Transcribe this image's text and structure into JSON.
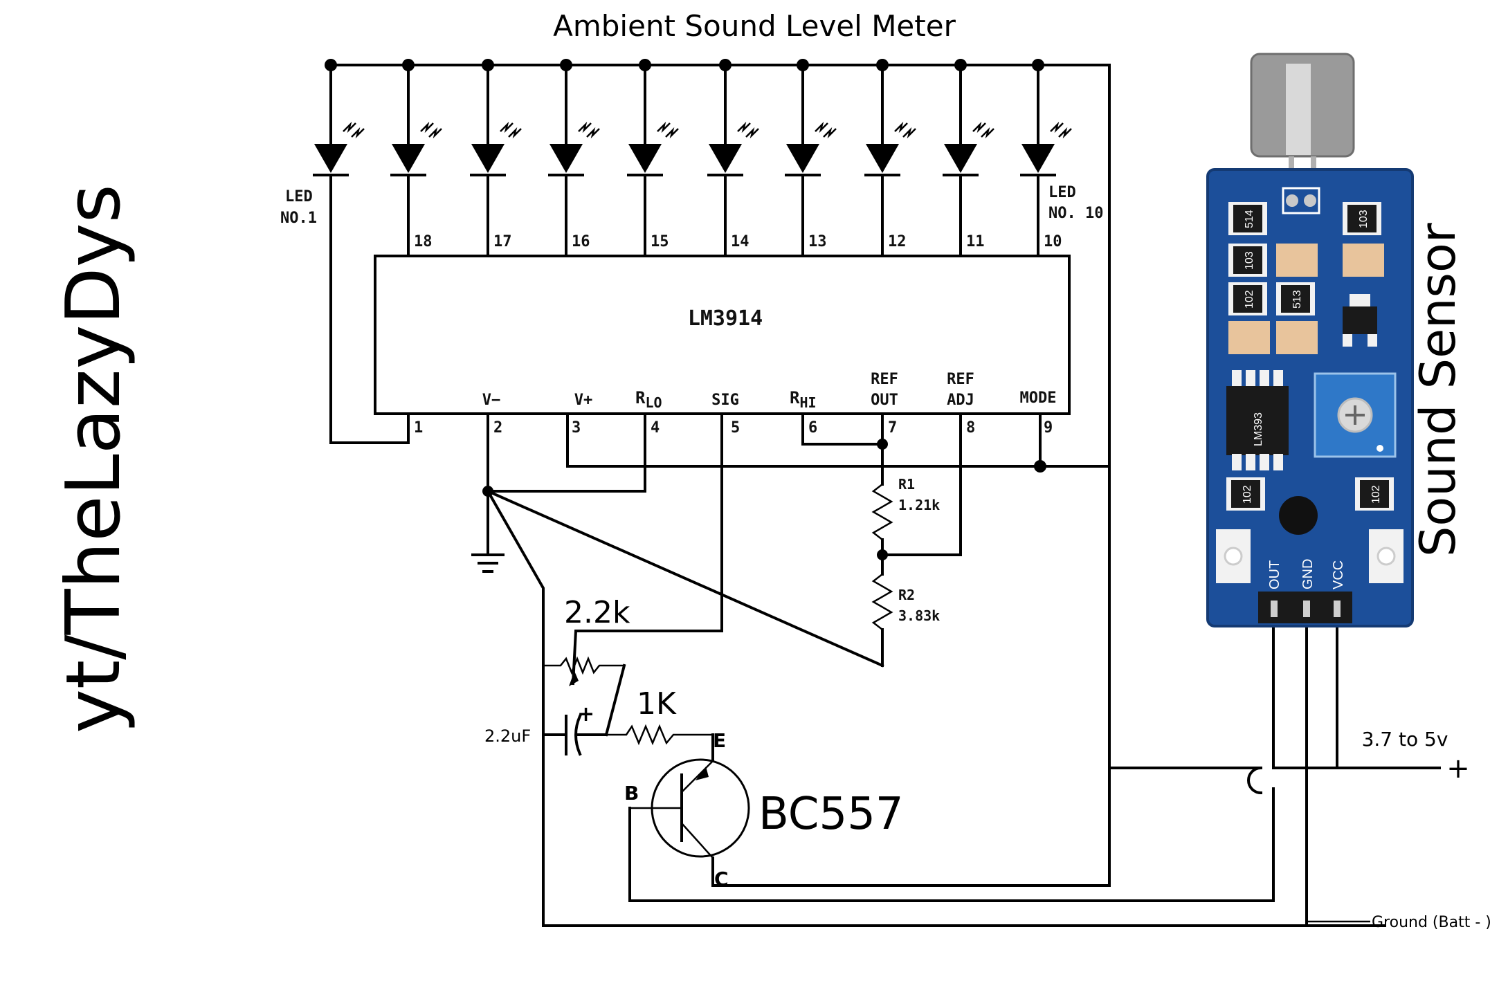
{
  "title": "Ambient Sound Level Meter",
  "watermark": "yt/TheLazyDys",
  "ic": {
    "name": "LM3914",
    "top_pins": [
      "18",
      "17",
      "16",
      "15",
      "14",
      "13",
      "12",
      "11",
      "10"
    ],
    "bottom_pins": [
      "1",
      "2",
      "3",
      "4",
      "5",
      "6",
      "7",
      "8",
      "9"
    ],
    "pin_names": {
      "v_minus": "V−",
      "v_plus": "V+",
      "r": "R",
      "lo": "LO",
      "sig": "SIG",
      "hi": "HI",
      "ref": "REF",
      "out": "OUT",
      "adj": "ADJ",
      "mode": "MODE"
    }
  },
  "leds": {
    "first_label": [
      "LED",
      "NO.1"
    ],
    "last_label": [
      "LED",
      "NO. 10"
    ]
  },
  "resistors": {
    "r1_name": "R1",
    "r1_value": "1.21k",
    "r2_name": "R2",
    "r2_value": "3.83k",
    "pot": "2.2k",
    "r_emitter": "1K"
  },
  "capacitor": {
    "value": "2.2uF",
    "polarity": "+"
  },
  "transistor": {
    "name": "BC557",
    "e": "E",
    "b": "B",
    "c": "C"
  },
  "supply": {
    "label": "3.7 to 5v",
    "symbol": "+"
  },
  "ground_label": "Ground (Batt - )",
  "sensor": {
    "title": "Sound Sensor",
    "pins": [
      "OUT",
      "GND",
      "VCC"
    ],
    "chip": "LM393",
    "smd": [
      "514",
      "103",
      "103",
      "102",
      "513",
      "102",
      "102"
    ]
  },
  "colors": {
    "pcb": "#1c4f9a",
    "pcb_dark": "#143a73",
    "pot": "#2f78c8",
    "mic": "#9a9a9a"
  }
}
